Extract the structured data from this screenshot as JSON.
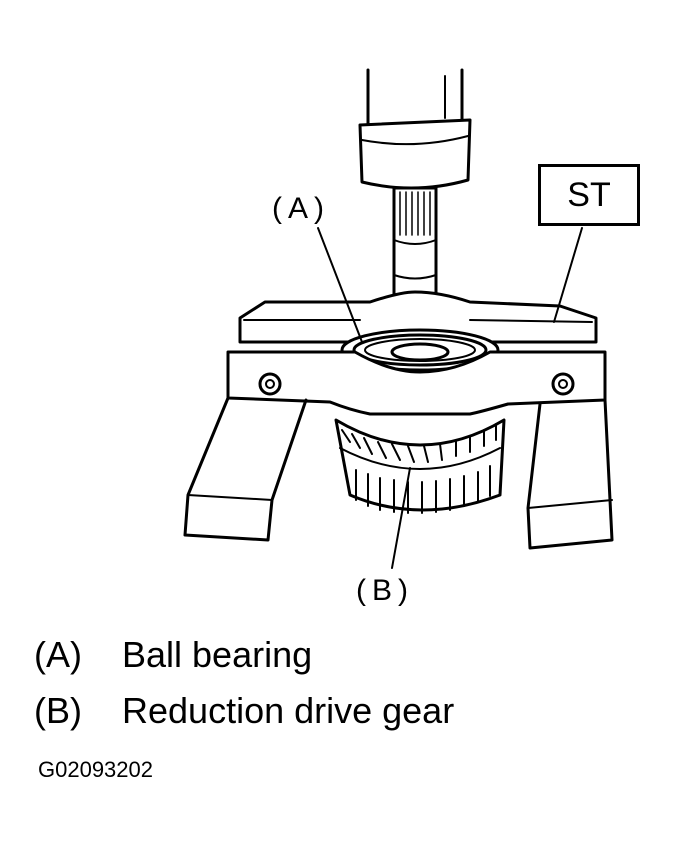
{
  "callouts": {
    "a": "(A)",
    "b": "(B)",
    "st": "ST"
  },
  "legend": [
    {
      "key": "(A)",
      "label": "Ball bearing"
    },
    {
      "key": "(B)",
      "label": "Reduction drive gear"
    }
  ],
  "figure_code": "G02093202"
}
